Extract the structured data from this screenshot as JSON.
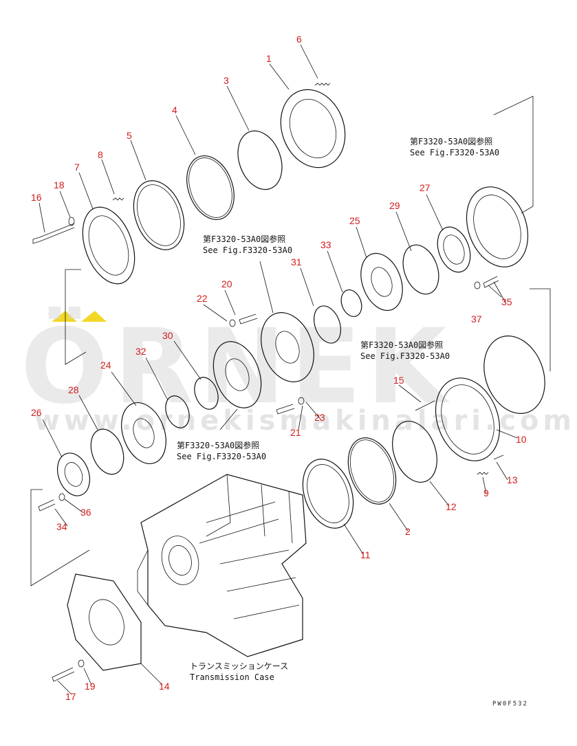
{
  "diagram": {
    "callouts": [
      "1",
      "2",
      "3",
      "4",
      "5",
      "6",
      "7",
      "8",
      "9",
      "10",
      "11",
      "12",
      "13",
      "14",
      "15",
      "16",
      "17",
      "18",
      "19",
      "20",
      "21",
      "22",
      "23",
      "24",
      "25",
      "26",
      "27",
      "28",
      "29",
      "30",
      "31",
      "32",
      "33",
      "34",
      "35",
      "36",
      "37"
    ],
    "references": {
      "top_right": {
        "jp": "第F3320-53A0図参照",
        "en": "See Fig.F3320-53A0"
      },
      "top_center": {
        "jp": "第F3320-53A0図参照",
        "en": "See Fig.F3320-53A0"
      },
      "mid_right": {
        "jp": "第F3320-53A0図参照",
        "en": "See Fig.F3320-53A0"
      },
      "bottom_center": {
        "jp": "第F3320-53A0図参照",
        "en": "See Fig.F3320-53A0"
      }
    },
    "case_label": {
      "jp": "トランスミッションケース",
      "en": "Transmission Case"
    },
    "drawing_code": "PW0F532",
    "watermark": {
      "brand": "ÖRNEK",
      "url": "www.ornekismakinalari.com.tr"
    }
  },
  "colors": {
    "callout": "#d01c1c",
    "line": "#111111",
    "watermark": "#d9d9d9",
    "accent": "#f0d000"
  }
}
